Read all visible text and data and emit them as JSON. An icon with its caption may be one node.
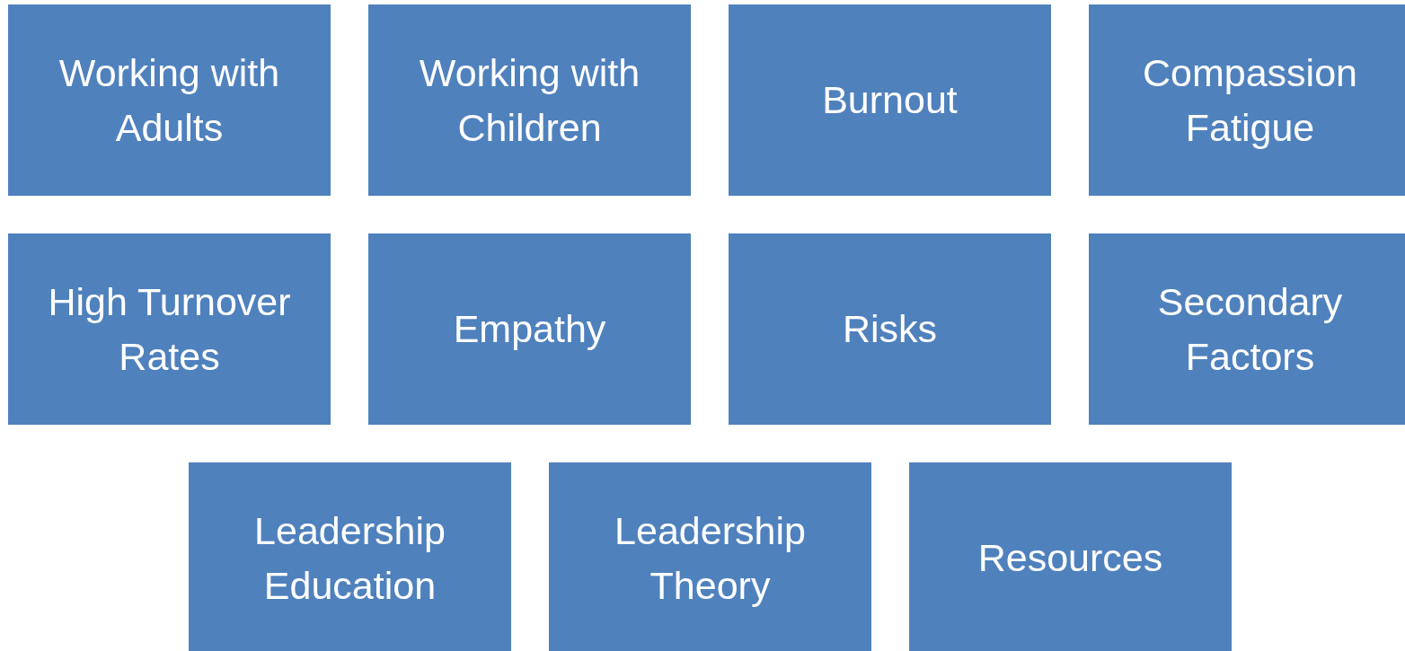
{
  "diagram": {
    "nodes": [
      {
        "text": [
          "Working with Adults"
        ]
      },
      {
        "text": [
          "Working with Children"
        ]
      },
      {
        "text": [
          "Burnout"
        ]
      },
      {
        "text": [
          "Compassion Fatigue"
        ]
      },
      {
        "text": [
          "High Turnover Rates"
        ]
      },
      {
        "text": [
          "Empathy"
        ]
      },
      {
        "text": [
          "Risks"
        ]
      },
      {
        "text": [
          "Secondary Factors"
        ]
      },
      {
        "text": [
          "Leadership Education"
        ]
      },
      {
        "text": [
          "Leadership Theory"
        ]
      },
      {
        "text": [
          "Resources"
        ]
      }
    ]
  }
}
